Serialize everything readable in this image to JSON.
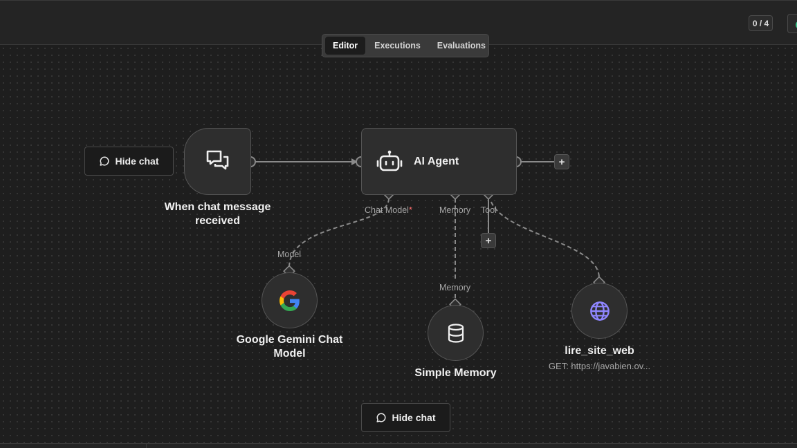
{
  "header": {
    "counter": "0 / 4",
    "tabs": [
      {
        "label": "Editor",
        "active": true
      },
      {
        "label": "Executions",
        "active": false
      },
      {
        "label": "Evaluations",
        "active": false
      }
    ]
  },
  "canvas": {
    "hide_chat_label": "Hide chat",
    "nodes": {
      "trigger": {
        "title": "When chat message received",
        "title_line1": "When chat message",
        "title_line2": "received",
        "icon": "chat-bubbles-icon"
      },
      "agent": {
        "title": "AI Agent",
        "icon": "robot-icon",
        "ports": {
          "chat_model": "Chat Model",
          "chat_model_required": "*",
          "memory": "Memory",
          "tool": "Tool"
        }
      },
      "gemini": {
        "title_line1": "Google Gemini Chat",
        "title_line2": "Model",
        "port": "Model",
        "icon": "google-icon"
      },
      "memory": {
        "title": "Simple Memory",
        "port": "Memory",
        "icon": "database-icon"
      },
      "tool": {
        "title": "lire_site_web",
        "subtitle": "GET: https://javabien.ov...",
        "icon": "globe-icon"
      }
    }
  },
  "colors": {
    "canvas_bg": "#1e1e1e",
    "node_bg": "#2e2e2e",
    "node_border": "#555555",
    "wire": "#8a8a8a",
    "required": "#ff6b6b",
    "globe": "#8f86ff"
  }
}
